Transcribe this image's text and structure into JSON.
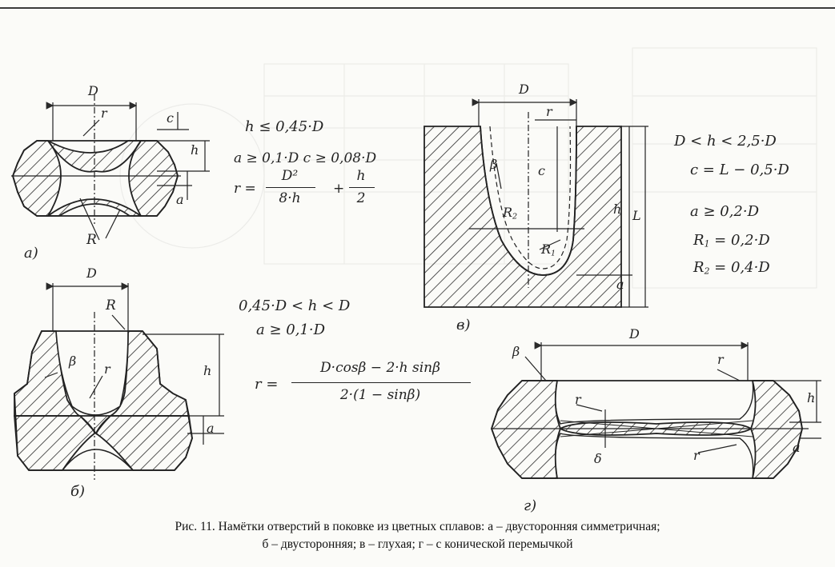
{
  "formulas": {
    "a": {
      "line1": "h ≤ 0,45·D",
      "line2": "a ≥ 0,1·D   c ≥ 0,08·D",
      "r_lhs": "r =",
      "r_num": "D²",
      "r_den": "8·h",
      "r_plus": "+",
      "r_num2": "h",
      "r_den2": "2"
    },
    "b": {
      "line1": "0,45·D < h < D",
      "line2": "a ≥ 0,1·D",
      "r_lhs": "r =",
      "r_num": "D·cosβ − 2·h sinβ",
      "r_den": "2·(1 − sinβ)"
    },
    "v": {
      "line1": "D < h < 2,5·D",
      "line2": "c = L − 0,5·D",
      "line3": "a ≥ 0,2·D",
      "line4_main": "R",
      "line4_sub": "1",
      "line4_rest": " = 0,2·D",
      "line5_main": "R",
      "line5_sub": "2",
      "line5_rest": " = 0,4·D"
    }
  },
  "labels": {
    "fig_a": "а)",
    "fig_b": "б)",
    "fig_v": "в)",
    "fig_g": "г)",
    "D": "D",
    "r": "r",
    "R": "R",
    "R1": "R",
    "R1_sub": "1",
    "R2": "R",
    "R2_sub": "2",
    "c": "c",
    "h": "h",
    "a": "a",
    "L": "L",
    "beta": "β",
    "delta": "δ"
  },
  "caption": {
    "line1": "Рис. 11. Намётки отверстий в поковке из цветных сплавов: а – двусторонняя симметричная;",
    "line2": "б – двусторонняя; в – глухая; г – с конической перемычкой"
  }
}
